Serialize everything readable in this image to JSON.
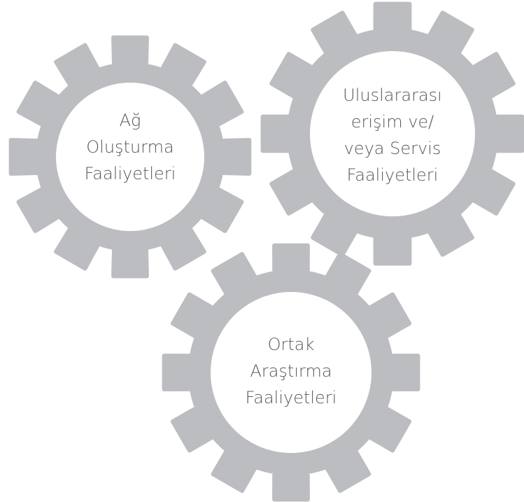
{
  "colors": {
    "gear": "#bcbdc0",
    "hub": "#ffffff",
    "text": "#58595b"
  },
  "gears": [
    {
      "name": "network",
      "lines": [
        "Ağ",
        "Oluşturma",
        "Faaliyetleri"
      ]
    },
    {
      "name": "international",
      "lines": [
        "Uluslararası",
        "erişim ve/",
        "veya Servis",
        "Faaliyetleri"
      ]
    },
    {
      "name": "research",
      "lines": [
        "Ortak",
        "Araştırma",
        "Faaliyetleri"
      ]
    }
  ]
}
